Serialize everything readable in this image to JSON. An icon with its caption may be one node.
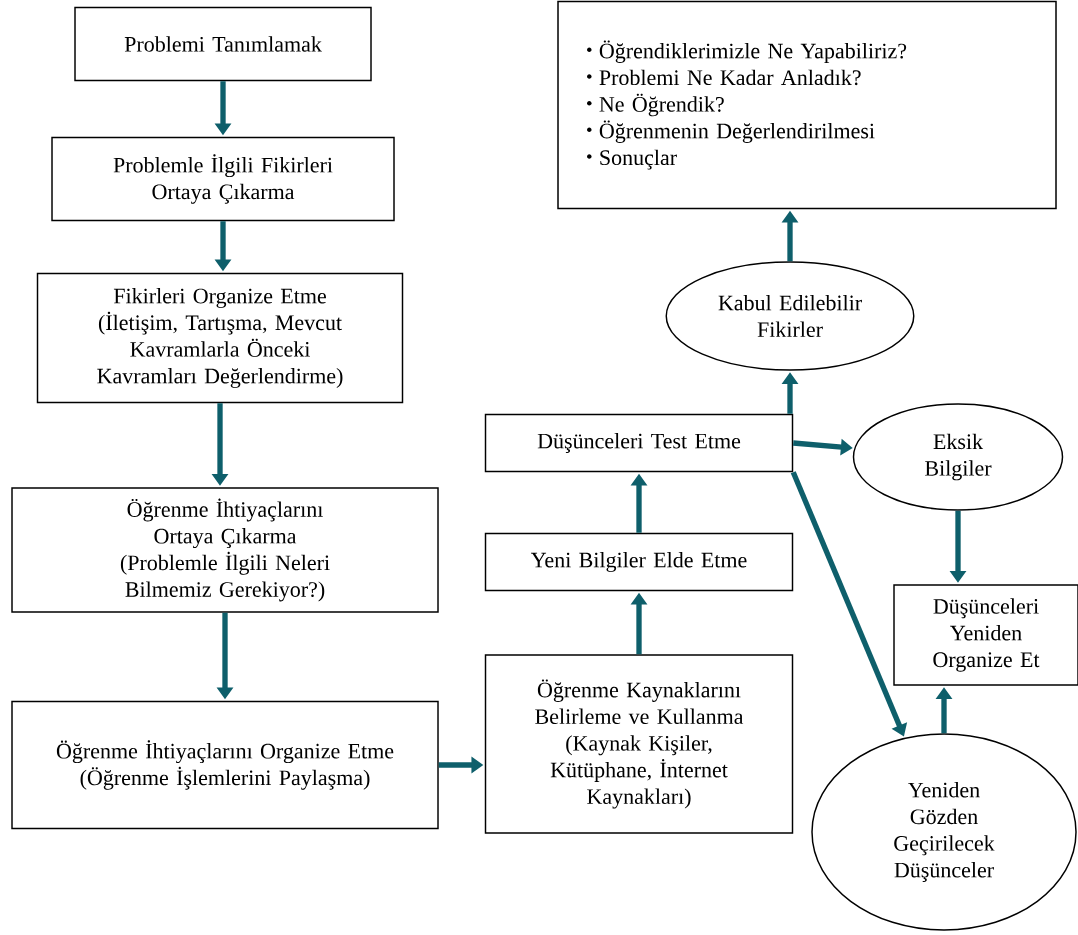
{
  "diagram": {
    "nodes": [
      {
        "text": [
          "Problemi Tanımlamak"
        ]
      },
      {
        "text": [
          "Problemle İlgili Fikirleri Ortaya Çıkarma"
        ]
      },
      {
        "text": [
          "Fikirleri Organize Etme",
          "(İletişim, Tartışma, Mevcut Kavramlarla Önceki Kavramları Değerlendirme)"
        ]
      },
      {
        "text": [
          "Öğrenme İhtiyaçlarını Ortaya Çıkarma",
          "(Problemle İlgili Neleri Bilmemiz Gerekiyor?)"
        ]
      },
      {
        "text": [
          "Öğrenme İhtiyaçlarını Organize Etme",
          "(Öğrenme İşlemlerini Paylaşma)"
        ]
      },
      {
        "text": [
          "Öğrenme Kaynaklarını Belirleme ve Kullanma",
          "(Kaynak Kişiler, Kütüphane, İnternet Kaynakları)"
        ]
      },
      {
        "text": [
          "Yeni Bilgiler Elde Etme"
        ]
      },
      {
        "text": [
          "Düşünceleri Test Etme"
        ]
      },
      {
        "text": [
          "Kabul Edilebilir Fikirler"
        ]
      },
      {
        "text": [
          "Öğrendiklerimizle Ne Yapabiliriz?",
          "Problemi Ne Kadar Anladık?",
          "Ne Öğrendik?",
          "Öğrenmenin Değerlendirilmesi",
          "Sonuçlar"
        ]
      },
      {
        "text": [
          "Eksik Bilgiler"
        ]
      },
      {
        "text": [
          "Düşünceleri Yeniden Organize Et"
        ]
      },
      {
        "text": [
          "Yeniden Gözden Geçirilecek Düşünceler"
        ]
      }
    ],
    "edges": [
      {
        "from": 0,
        "to": 1,
        "arrow": "to"
      },
      {
        "from": 1,
        "to": 2,
        "arrow": "to"
      },
      {
        "from": 2,
        "to": 3,
        "arrow": "to"
      },
      {
        "from": 3,
        "to": 4,
        "arrow": "to"
      },
      {
        "from": 4,
        "to": 5,
        "arrow": "to"
      },
      {
        "from": 5,
        "to": 6,
        "arrow": "to"
      },
      {
        "from": 6,
        "to": 7,
        "arrow": "to"
      },
      {
        "from": 7,
        "to": 8,
        "arrow": "to"
      },
      {
        "from": 8,
        "to": 9,
        "arrow": "to"
      },
      {
        "from": 7,
        "to": 10,
        "arrow": "to"
      },
      {
        "from": 10,
        "to": 11,
        "arrow": "to"
      },
      {
        "from": 7,
        "to": 12,
        "arrow": "to"
      },
      {
        "from": 12,
        "to": 11,
        "arrow": "to"
      }
    ]
  }
}
